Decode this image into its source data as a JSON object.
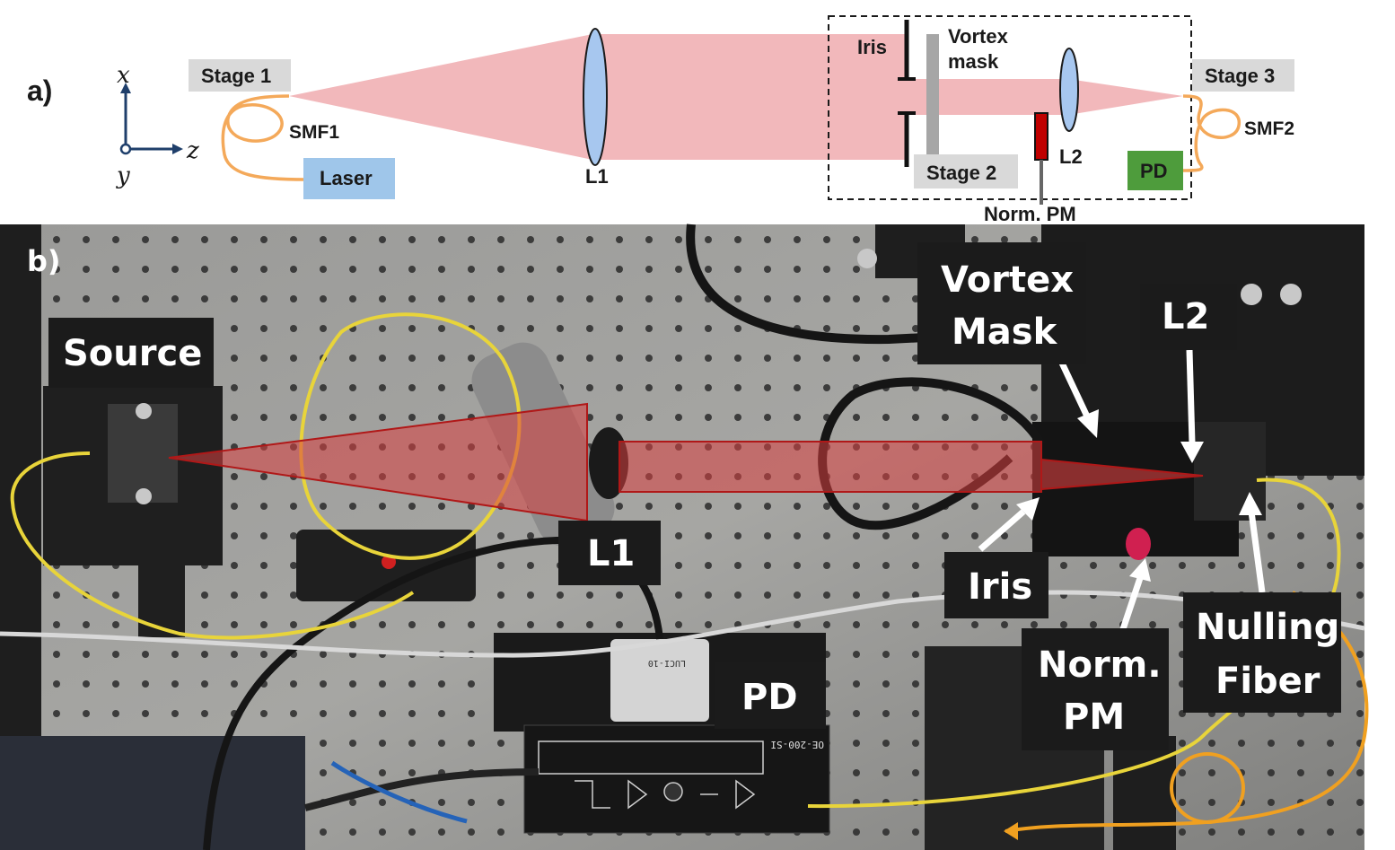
{
  "panel_a": {
    "tag": "a)",
    "axes": {
      "x": "x",
      "y": "y",
      "z": "z"
    },
    "stage1": "Stage 1",
    "smf1": "SMF1",
    "laser": "Laser",
    "l1": "L1",
    "iris": "Iris",
    "vortex_mask_line1": "Vortex",
    "vortex_mask_line2": "mask",
    "stage2": "Stage 2",
    "norm_pm": "Norm. PM",
    "l2": "L2",
    "stage3": "Stage 3",
    "smf2": "SMF2",
    "pd": "PD",
    "colors": {
      "beam": "#f2b8bb",
      "lens": "#a7c7ef",
      "fiber": "#f4a95a",
      "laser_box": "#9fc6ea",
      "pd_box": "#4e9c3c",
      "stage_box": "#d9d9d9",
      "pm_red": "#c00000"
    }
  },
  "panel_b": {
    "tag": "b)",
    "source": "Source",
    "l1": "L1",
    "vortex_line1": "Vortex",
    "vortex_line2": "Mask",
    "l2": "L2",
    "iris": "Iris",
    "pd": "PD",
    "norm_line1": "Norm.",
    "norm_line2": "PM",
    "nulling_line1": "Nulling",
    "nulling_line2": "Fiber",
    "device_label": "OE-200-SI",
    "connector_label": "LUCI-10",
    "colors": {
      "table": "#8e8e8e",
      "beam": "#d84040",
      "label_bg": "#1b1b1b",
      "fiber_yellow": "#e8d43a",
      "highlight_orange": "#f0a020"
    }
  }
}
